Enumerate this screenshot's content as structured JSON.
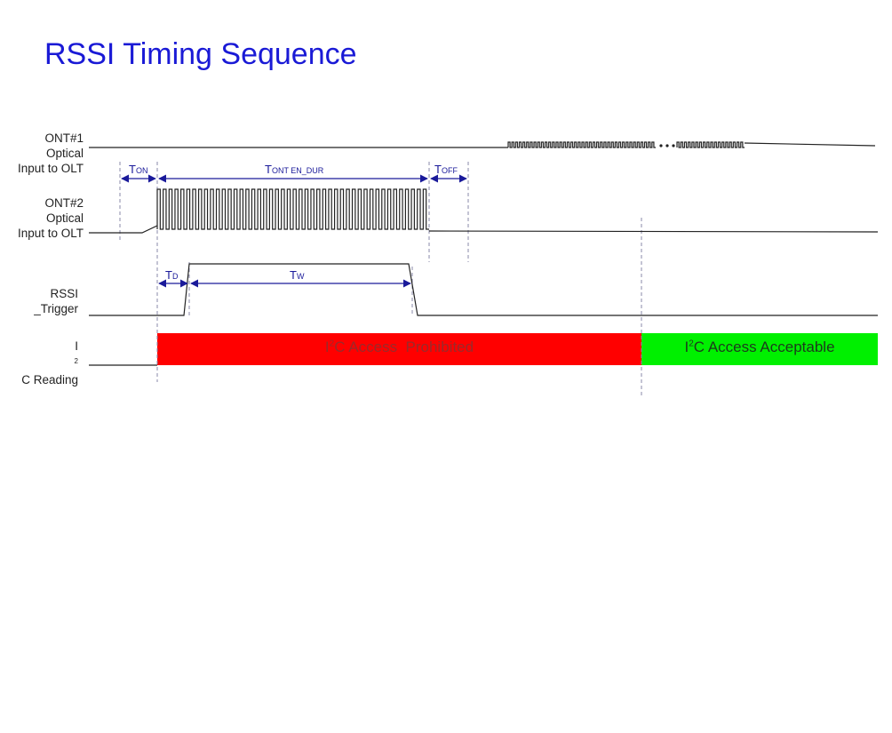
{
  "title": "RSSI Timing Sequence",
  "signals": {
    "ont1": {
      "line1": "ONT#1 Optical",
      "line2": "Input to OLT"
    },
    "ont2": {
      "line1": "ONT#2 Optical",
      "line2": "Input to OLT"
    },
    "rssi": {
      "label": "RSSI _Trigger"
    },
    "i2c": {
      "pre": "I",
      "sup": "2",
      "post": "C Reading"
    }
  },
  "timings": {
    "t_on": {
      "main": "T",
      "sub": "ON"
    },
    "t_ont_en_dur": {
      "main": "T",
      "sub": "ONT EN_DUR"
    },
    "t_off": {
      "main": "T",
      "sub": "OFF"
    },
    "t_d": {
      "main": "T",
      "sub": "D"
    },
    "t_w": {
      "main": "T",
      "sub": "W"
    }
  },
  "i2c_segments": {
    "prohibited": {
      "pre": "I",
      "sup": "2",
      "post": "C Access  Prohibited",
      "color": "#ff0000"
    },
    "acceptable": {
      "pre": "I",
      "sup": "2",
      "post": "C Access Acceptable",
      "color": "#00f000"
    }
  },
  "colors": {
    "title": "#1a1ad6",
    "arrow": "#1a1a9a",
    "signal": "#222222",
    "dashed": "#8888aa"
  }
}
